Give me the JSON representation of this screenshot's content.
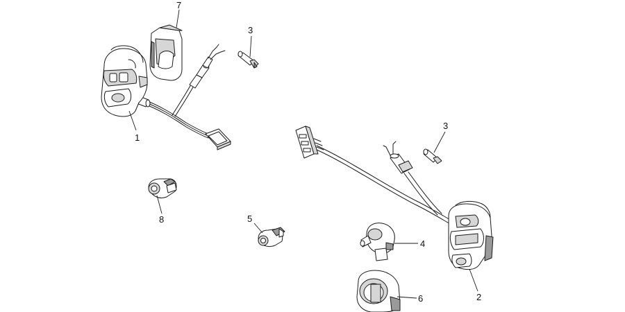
{
  "callouts": [
    {
      "id": "1",
      "label": "1"
    },
    {
      "id": "2",
      "label": "2"
    },
    {
      "id": "3a",
      "label": "3"
    },
    {
      "id": "3b",
      "label": "3"
    },
    {
      "id": "4",
      "label": "4"
    },
    {
      "id": "5",
      "label": "5"
    },
    {
      "id": "6",
      "label": "6"
    },
    {
      "id": "7",
      "label": "7"
    },
    {
      "id": "8",
      "label": "8"
    }
  ],
  "colors": {
    "line": "#1a1a1a",
    "shade": "#d6d6d6",
    "background": "#ffffff"
  }
}
